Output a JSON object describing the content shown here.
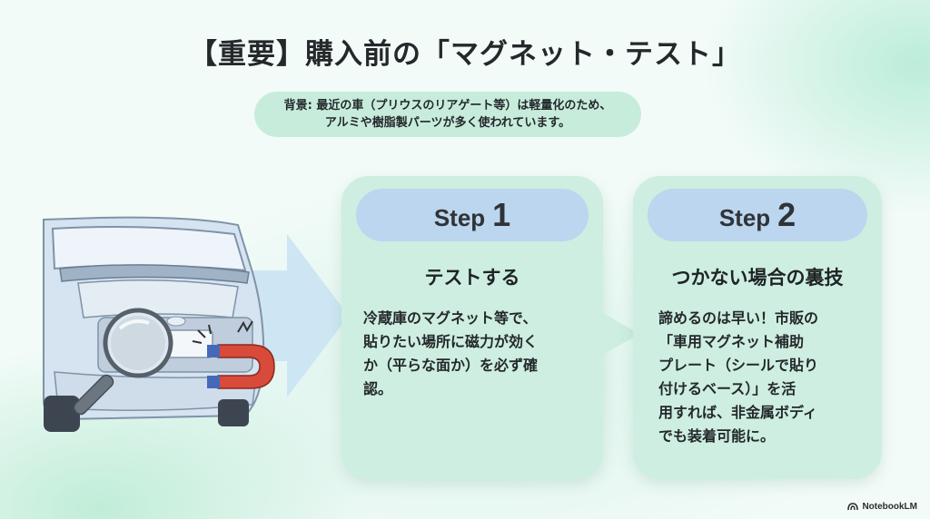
{
  "title": "【重要】購入前の「マグネット・テスト」",
  "note": {
    "line1": "背景: 最近の車（プリウスのリアゲート等）は軽量化のため、",
    "line2": "アルミや樹脂製パーツが多く使われています。"
  },
  "steps": [
    {
      "step_word": "Step",
      "step_number": "1",
      "heading": "テストする",
      "body": "冷蔵庫のマグネット等で、\n貼りたい場所に磁力が効く\nか（平らな面か）を必ず確\n認。"
    },
    {
      "step_word": "Step",
      "step_number": "2",
      "heading": "つかない場合の裏技",
      "body": "諦めるのは早い！市販の\n「車用マグネット補助\nプレート（シールで貼り\n付けるベース）」を活\n用すれば、非金属ボディ\nでも装着可能に。"
    }
  ],
  "illustration": {
    "icons": [
      "car-rear-icon",
      "magnifier-icon",
      "horseshoe-magnet-icon",
      "arrow-right-icon"
    ]
  },
  "brand": "NotebookLM",
  "colors": {
    "card_bg": "#cdeee0",
    "pill_bg": "#bcd6ef",
    "note_bg": "#c7ecdc",
    "arrow": "#c9e3f3"
  }
}
